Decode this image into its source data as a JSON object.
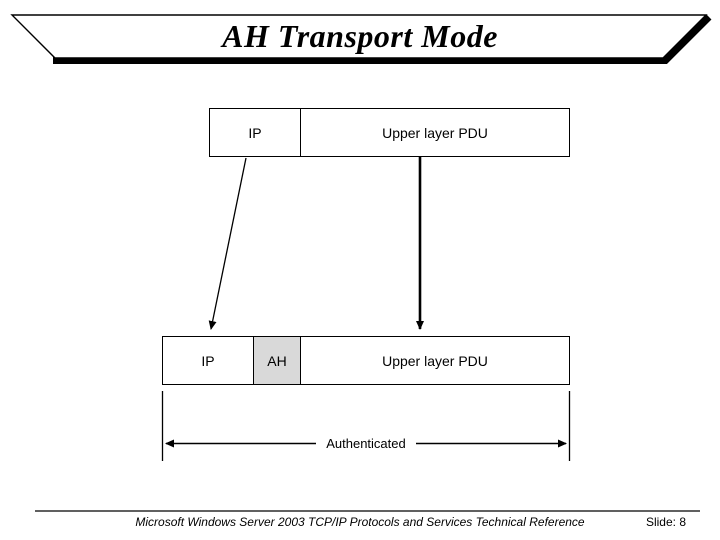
{
  "slide": {
    "title": "AH Transport Mode",
    "footer": {
      "reference": "Microsoft Windows Server 2003 TCP/IP Protocols and Services Technical Reference",
      "slide_label": "Slide: 8"
    }
  },
  "diagram": {
    "top_packet": {
      "cells": [
        {
          "label": "IP"
        },
        {
          "label": "Upper layer PDU"
        }
      ]
    },
    "bottom_packet": {
      "cells": [
        {
          "label": "IP"
        },
        {
          "label": "AH"
        },
        {
          "label": "Upper layer PDU"
        }
      ]
    },
    "span_label": "Authenticated",
    "colors": {
      "ah_fill": "#d9d9d9",
      "line": "#000000",
      "background": "#ffffff"
    }
  }
}
